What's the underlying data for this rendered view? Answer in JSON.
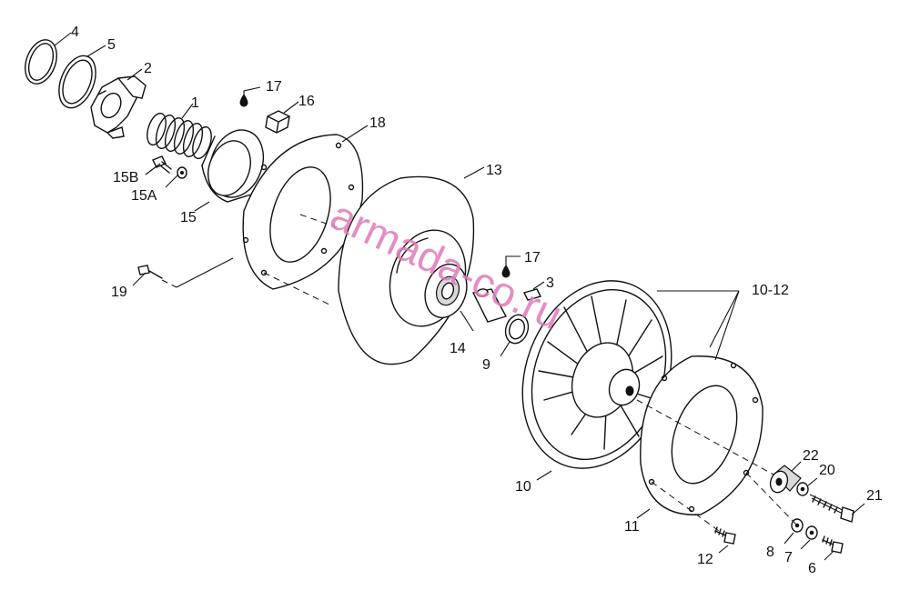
{
  "labels": {
    "p1": "1",
    "p2": "2",
    "p3": "3",
    "p4": "4",
    "p5": "5",
    "p6": "6",
    "p7": "7",
    "p8": "8",
    "p9": "9",
    "p10": "10",
    "p10_12": "10-12",
    "p11": "11",
    "p12": "12",
    "p13": "13",
    "p14": "14",
    "p15": "15",
    "p15a": "15A",
    "p15b": "15B",
    "p16": "16",
    "p17a": "17",
    "p17b": "17",
    "p18": "18",
    "p19": "19",
    "p20": "20",
    "p21": "21",
    "p22": "22"
  },
  "watermark": "armada-co.ru"
}
